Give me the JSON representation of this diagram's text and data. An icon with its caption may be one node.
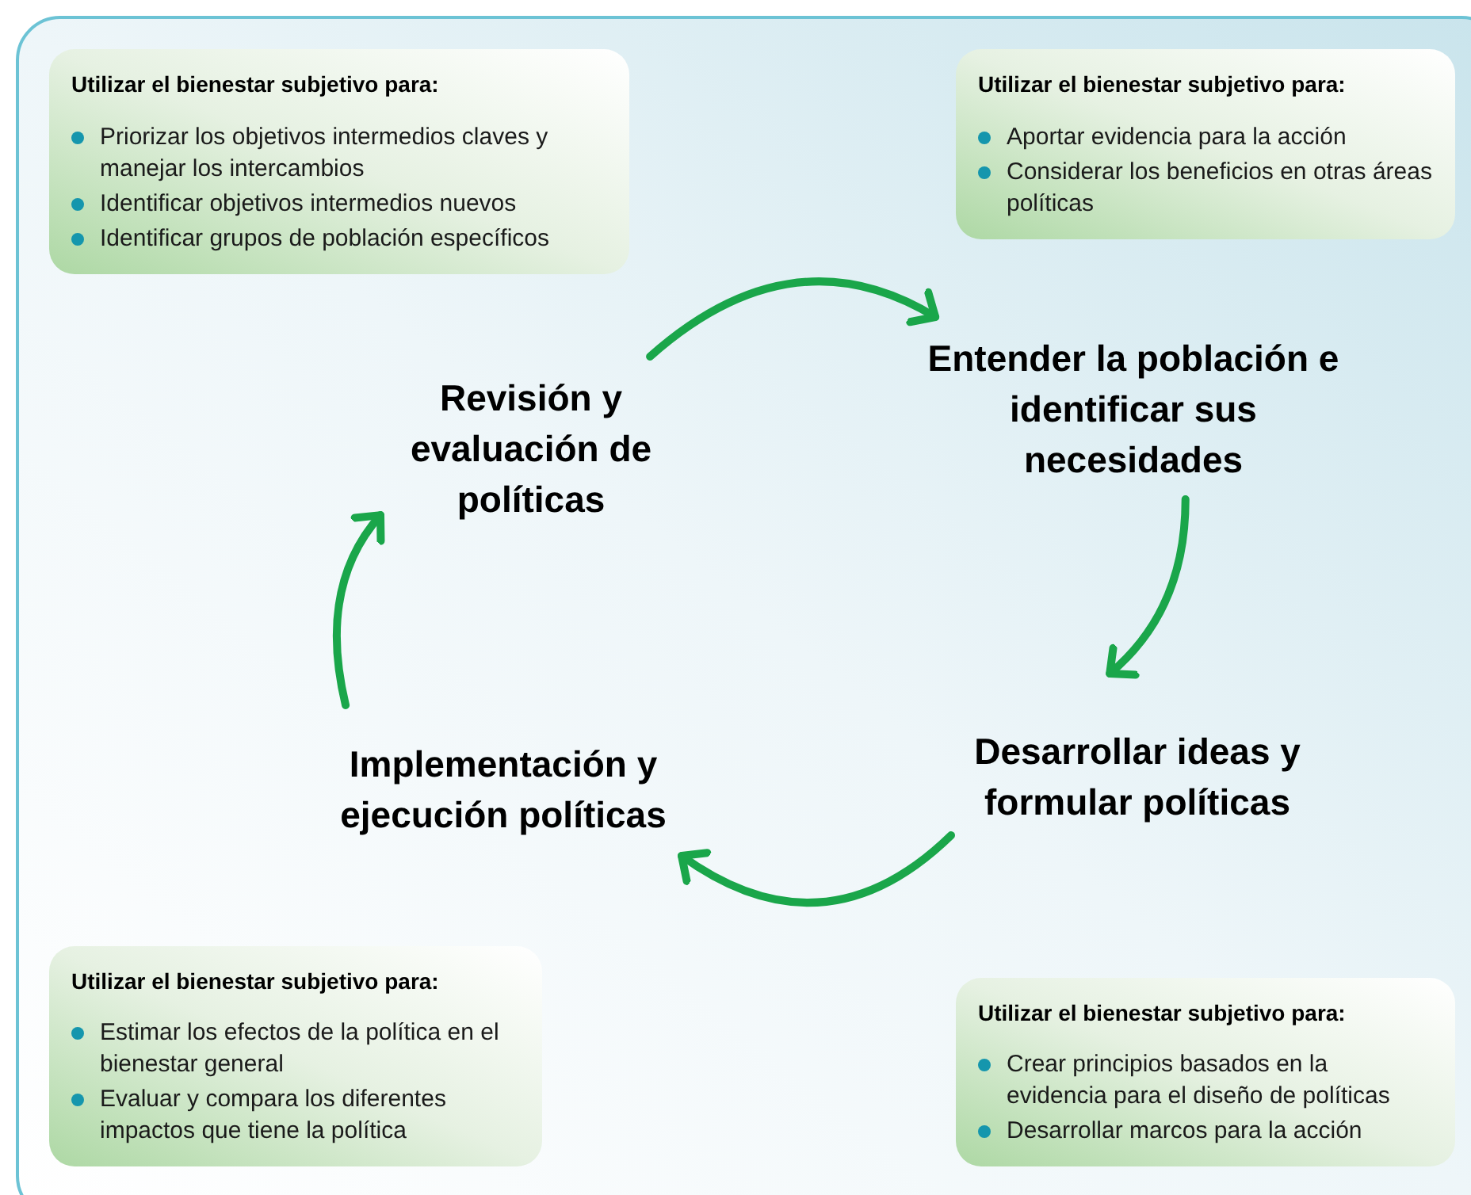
{
  "diagram": {
    "nodes": [
      {
        "text": [
          "Utilizar el bienestar subjetivo para:",
          "Priorizar los objetivos intermedios claves y manejar los intercambios",
          "Identificar objetivos intermedios nuevos",
          "Identificar grupos de población específicos"
        ]
      },
      {
        "text": [
          "Utilizar el bienestar subjetivo para:",
          "Aportar evidencia para la acción",
          "Considerar los beneficios en otras áreas políticas"
        ]
      },
      {
        "text": [
          "Revisión y evaluación de políticas"
        ]
      },
      {
        "text": [
          "Entender la población e identificar sus necesidades"
        ]
      },
      {
        "text": [
          "Implementación y ejecución políticas"
        ]
      },
      {
        "text": [
          "Desarrollar ideas y formular políticas"
        ]
      },
      {
        "text": [
          "Utilizar el bienestar subjetivo para:",
          "Estimar los efectos de la política en el bienestar general",
          "Evaluar y compara los diferentes impactos que tiene la política"
        ]
      },
      {
        "text": [
          "Utilizar el bienestar subjetivo para:",
          "Crear principios basados en la evidencia para el diseño de políticas",
          "Desarrollar marcos para la acción"
        ]
      }
    ],
    "edges": [
      {
        "from": 2,
        "to": 3,
        "arrow": "to"
      },
      {
        "from": 3,
        "to": 5,
        "arrow": "to"
      },
      {
        "from": 5,
        "to": 4,
        "arrow": "to"
      },
      {
        "from": 4,
        "to": 2,
        "arrow": "to"
      }
    ]
  }
}
